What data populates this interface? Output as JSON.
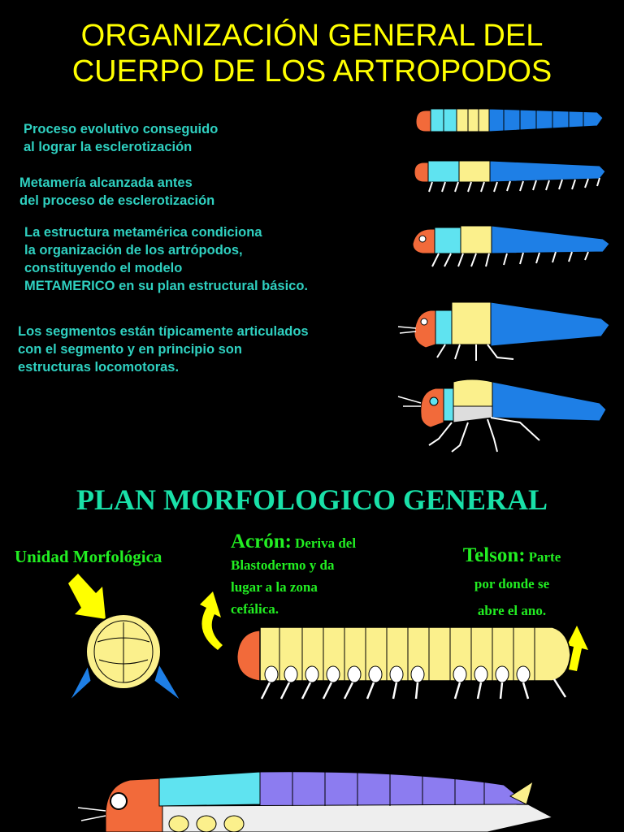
{
  "header": {
    "title_line1": "ORGANIZACIÓN GENERAL DEL",
    "title_line2": "CUERPO DE LOS ARTROPODOS"
  },
  "notes": [
    {
      "lines": [
        "Proceso evolutivo conseguido",
        "al lograr la esclerotización"
      ]
    },
    {
      "lines": [
        "Metamería alcanzada antes",
        "del proceso de esclerotización"
      ]
    },
    {
      "lines": [
        "La estructura metamérica condiciona",
        "la organización de los artrópodos,",
        "constituyendo el modelo",
        "METAMERICO en su plan estructural básico."
      ]
    },
    {
      "lines": [
        "Los segmentos están típicamente articulados",
        "con el segmento y en principio son",
        "estructuras locomotoras."
      ]
    }
  ],
  "plan": {
    "title": "PLAN MORFOLOGICO GENERAL",
    "unidad_label": "Unidad Morfológica",
    "acron_term": "Acrón:",
    "acron_lines": [
      "Deriva del",
      "Blastodermo y da",
      "lugar a la zona",
      "cefálica."
    ],
    "telson_term": "Telson:",
    "telson_lines": [
      "Parte",
      "por donde se",
      "abre el ano."
    ]
  },
  "colors": {
    "title": "#ffff00",
    "notes": "#2fd0c0",
    "plan_title": "#19e0a8",
    "labels": "#22ee22",
    "head_orange": "#f26a3a",
    "segment_cyan": "#5fe3f0",
    "segment_yellow": "#fbf08c",
    "segment_blue": "#1e7fe6",
    "segment_violet": "#8c7cf0"
  },
  "icons": [
    "arrow-icon",
    "curved-arrow-icon",
    "embryo-icon",
    "worm-icon",
    "larva-icon",
    "insect-icon"
  ]
}
